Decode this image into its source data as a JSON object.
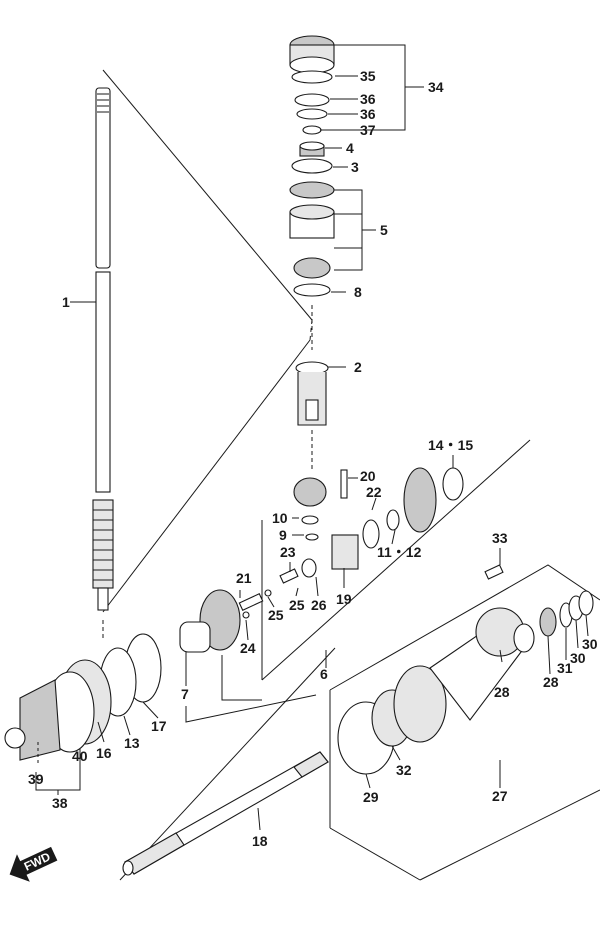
{
  "callouts": {
    "c1": "1",
    "c2": "2",
    "c3": "3",
    "c4": "4",
    "c5": "5",
    "c6": "6",
    "c7": "7",
    "c8": "8",
    "c9": "9",
    "c10": "10",
    "c11_12": "11・12",
    "c13": "13",
    "c14_15": "14・15",
    "c16": "16",
    "c17": "17",
    "c18": "18",
    "c19": "19",
    "c20": "20",
    "c21": "21",
    "c22": "22",
    "c23": "23",
    "c24": "24",
    "c25a": "25",
    "c25b": "25",
    "c26": "26",
    "c27": "27",
    "c28a": "28",
    "c28b": "28",
    "c29": "29",
    "c30a": "30",
    "c30b": "30",
    "c31": "31",
    "c32": "32",
    "c33": "33",
    "c34": "34",
    "c35": "35",
    "c36a": "36",
    "c36b": "36",
    "c37": "37",
    "c38": "38",
    "c39": "39",
    "c40": "40"
  },
  "fwd_label": "FWD"
}
